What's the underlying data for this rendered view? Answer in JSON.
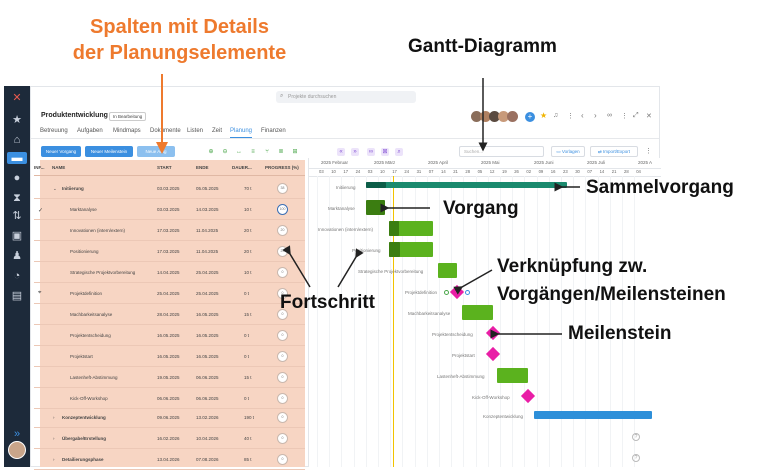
{
  "annotations": {
    "columns": "Spalten mit Details\nder Planungselemente",
    "gantt": "Gantt-Diagramm",
    "summary": "Sammelvorgang",
    "task": "Vorgang",
    "link": "Verknüpfung zw.\nVorgängen/Meilensteinen",
    "progress": "Fortschritt",
    "milestone": "Meilenstein"
  },
  "search": {
    "placeholder": "Projekte durchsuchen"
  },
  "project": {
    "title": "Produktentwicklung",
    "status": "In Bearbeitung"
  },
  "tabs": [
    "Betreuung",
    "Aufgaben",
    "Mindmaps",
    "Dokumente",
    "Listen",
    "Zeit",
    "Planung",
    "Finanzen"
  ],
  "toolbar": {
    "new_task": "Neuer Vorgang",
    "new_milestone": "Neuer Meilenstein",
    "new_3": "Neue Aufg",
    "gantt_search": "Suchen...",
    "templates": "Vorlagen",
    "import_export": "Import/Export"
  },
  "columns": [
    "INF...",
    "NAME",
    "START",
    "ENDE",
    "DAUER...",
    "PROGRESS (%)"
  ],
  "rows": [
    {
      "name": "Initiierung",
      "start": "03.03.2025",
      "end": "05.05.2025",
      "dur": "70 t",
      "prog": "38"
    },
    {
      "name": "Marktanalyse",
      "start": "03.03.2025",
      "end": "14.03.2025",
      "dur": "10 t",
      "prog": "100"
    },
    {
      "name": "Innovationen (intern/extern)",
      "start": "17.03.2025",
      "end": "11.04.2025",
      "dur": "20 t",
      "prog": "20"
    },
    {
      "name": "Positionierung",
      "start": "17.03.2025",
      "end": "11.04.2025",
      "dur": "20 t",
      "prog": "23"
    },
    {
      "name": "Strategische Projektvorbereitung",
      "start": "14.04.2025",
      "end": "25.04.2025",
      "dur": "10 t",
      "prog": "0"
    },
    {
      "name": "Projektdefinition",
      "start": "25.04.2025",
      "end": "25.04.2025",
      "dur": "0 t",
      "prog": "0"
    },
    {
      "name": "Machbarkeitsanalyse",
      "start": "28.04.2025",
      "end": "16.05.2025",
      "dur": "15 t",
      "prog": "0"
    },
    {
      "name": "Projektentscheidung",
      "start": "16.05.2025",
      "end": "16.05.2025",
      "dur": "0 t",
      "prog": "0"
    },
    {
      "name": "Projektstart",
      "start": "16.05.2025",
      "end": "16.05.2025",
      "dur": "0 t",
      "prog": "0"
    },
    {
      "name": "Lastenheft-Abstimmung",
      "start": "19.05.2025",
      "end": "06.06.2025",
      "dur": "15 t",
      "prog": "0"
    },
    {
      "name": "Kick-Off-Workshop",
      "start": "06.06.2025",
      "end": "06.06.2025",
      "dur": "0 t",
      "prog": "0"
    },
    {
      "name": "Konzeptentwicklung",
      "start": "09.06.2025",
      "end": "13.02.2026",
      "dur": "190 t",
      "prog": "0"
    },
    {
      "name": "Übergabe/Erstellung",
      "start": "16.02.2026",
      "end": "10.04.2026",
      "dur": "40 t",
      "prog": "0"
    },
    {
      "name": "Detailierungsphase",
      "start": "13.04.2026",
      "end": "07.08.2026",
      "dur": "85 t",
      "prog": "0"
    }
  ],
  "gantt_labels": [
    "Initiierung",
    "Marktanalyse",
    "Innovationen (intern/extern)",
    "Positionierung",
    "Strategische Projektvorbereitung",
    "Projektdefinition",
    "Machbarkeitsanalyse",
    "Projektentscheidung",
    "Projektstart",
    "Lastenheft-Abstimmung",
    "Kick-Off-Workshop",
    "Konzeptentwicklung"
  ],
  "months": [
    "2025 Februar",
    "2025 März",
    "2025 April",
    "2025 Mai",
    "2025 Juni",
    "2025 Juli",
    "2025 A"
  ],
  "days": [
    "03",
    "10",
    "17",
    "24",
    "03",
    "10",
    "17",
    "24",
    "31",
    "07",
    "14",
    "21",
    "28",
    "05",
    "12",
    "19",
    "26",
    "02",
    "09",
    "16",
    "23",
    "30",
    "07",
    "14",
    "21",
    "28",
    "04"
  ],
  "colors": {
    "summary": "#1a8a6e",
    "task": "#5bb21e",
    "milestone": "#e91ea6",
    "konzept": "#2d8fd9",
    "sidebar": "#1d2a3a",
    "accent": "#3b8fe0"
  }
}
